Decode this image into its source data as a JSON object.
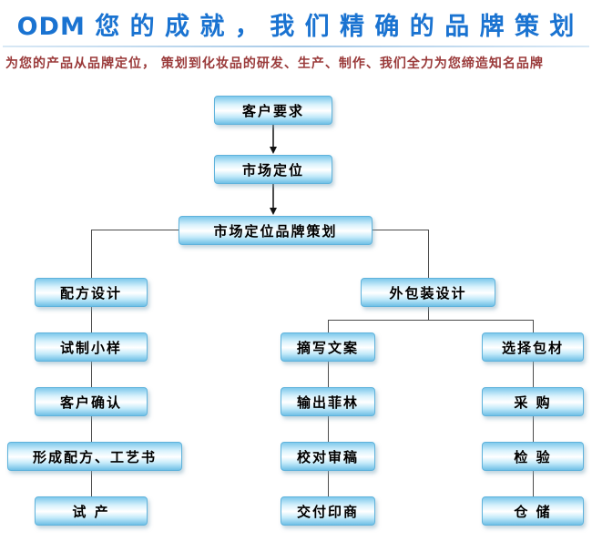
{
  "header": {
    "title": "ODM 您 的 成 就 ，  我 们 精 确 的 品 牌 策 划",
    "subtitle": "为您的产品从品牌定位， 策划到化妆品的研发、生产、制作、我们全力为您缔造知名品牌"
  },
  "flowchart": {
    "customer_requirements": "客户要求",
    "market_positioning": "市场定位",
    "brand_planning": "市场定位品牌策划",
    "formula_design": "配方设计",
    "packaging_design": "外包装设计",
    "trial_sample": "试制小样",
    "copywriting": "摘写文案",
    "select_materials": "选择包材",
    "customer_confirmation": "客户确认",
    "output_film": "输出菲林",
    "procurement": "采 购",
    "formula_process_book": "形成配方、工艺书",
    "proofreading": "校对审稿",
    "inspection": "检 验",
    "trial_production": "试 产",
    "deliver_to_printer": "交付印商",
    "warehousing": "仓 储"
  },
  "colors": {
    "title_blue": "#1a73d1",
    "subtitle_red": "#9a3a3a",
    "box_border": "#5fb2db",
    "box_fill_light": "#d9f2fc",
    "box_fill_dark": "#6fc0e6",
    "connector_line": "#4c4c4c"
  }
}
